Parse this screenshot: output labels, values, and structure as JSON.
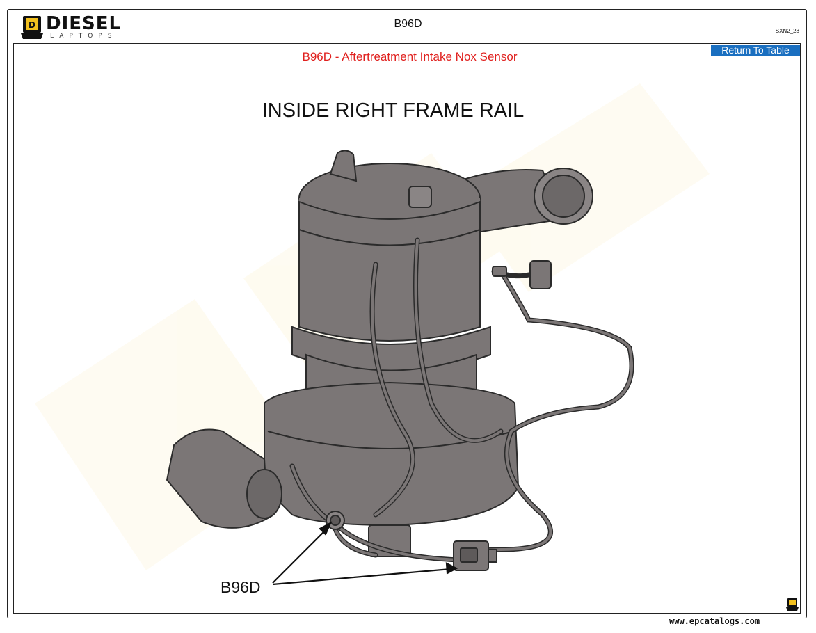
{
  "header": {
    "brand_name": "DIESEL",
    "brand_sub": "LAPTOPS",
    "logo_badge": "D",
    "title": "B96D",
    "page_code": "SXN2_28",
    "return_label": "Return To Table"
  },
  "document": {
    "title": "B96D - Aftertreatment Intake Nox Sensor"
  },
  "diagram": {
    "location_heading": "INSIDE RIGHT FRAME RAIL",
    "callout_label": "B96D"
  },
  "footer": {
    "website": "www.epcatalogs.com"
  },
  "colors": {
    "title_red": "#e0201e",
    "button_blue": "#1a6fc0",
    "component_gray": "#7b7676",
    "logo_yellow": "#f2c01e"
  }
}
